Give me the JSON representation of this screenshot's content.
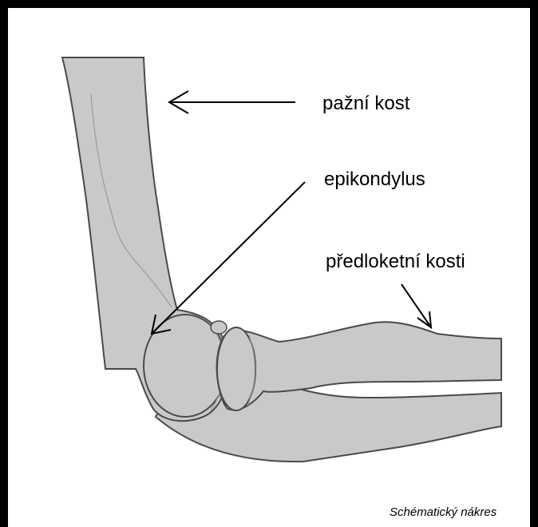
{
  "labels": {
    "humerus": "pažní kost",
    "epicondyle": "epikondylus",
    "forearm_bones": "předloketní kosti"
  },
  "caption": "Schématický nákres",
  "colors": {
    "bone_fill": "#c9c9c9",
    "outline": "#4a4a4a",
    "frame": "#000000",
    "background": "#ffffff"
  }
}
